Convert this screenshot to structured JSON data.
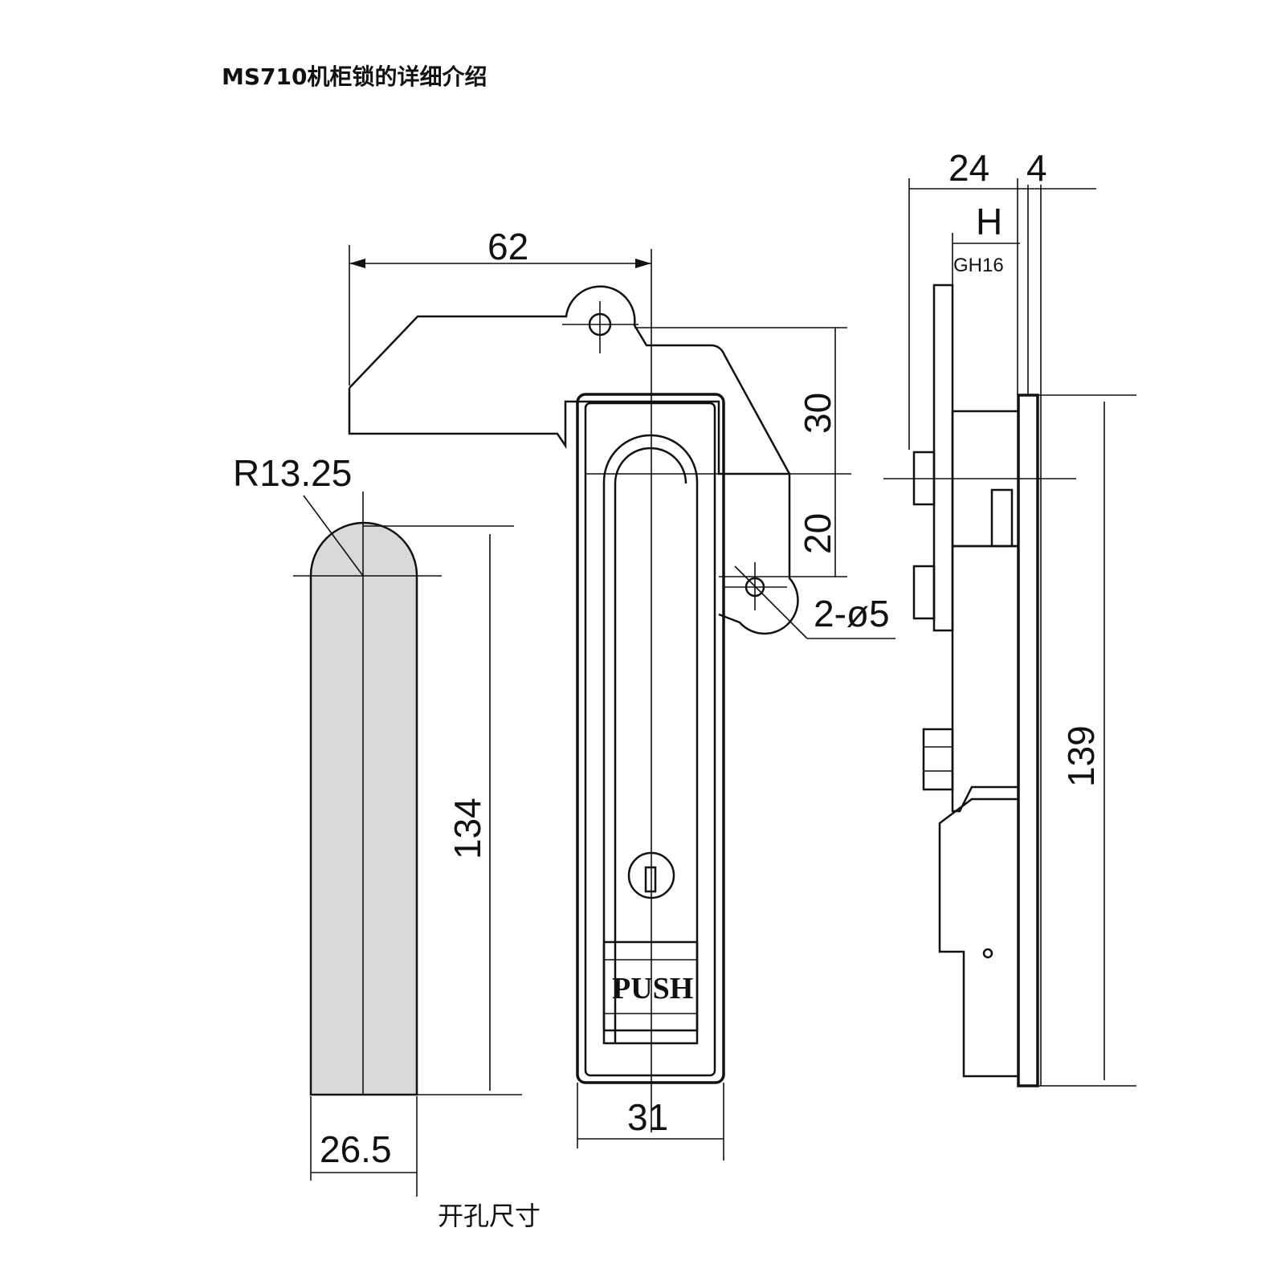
{
  "title": "MS710机柜锁的详细介绍",
  "cutout": {
    "radius_label": "R13.25",
    "height_label": "134",
    "width_label": "26.5",
    "caption": "开孔尺寸"
  },
  "front_view": {
    "handle_length_label": "62",
    "dim_30_label": "30",
    "dim_20_label": "20",
    "holes_label": "2-ø5",
    "width_label": "31",
    "push_text": "PUSH"
  },
  "side_view": {
    "depth_label": "24",
    "thickness_label": "4",
    "h_label": "H",
    "model_label": "GH16",
    "height_label": "139"
  },
  "colors": {
    "line": "#111111",
    "cutout_fill": "#d9d9d9",
    "background": "#ffffff"
  }
}
